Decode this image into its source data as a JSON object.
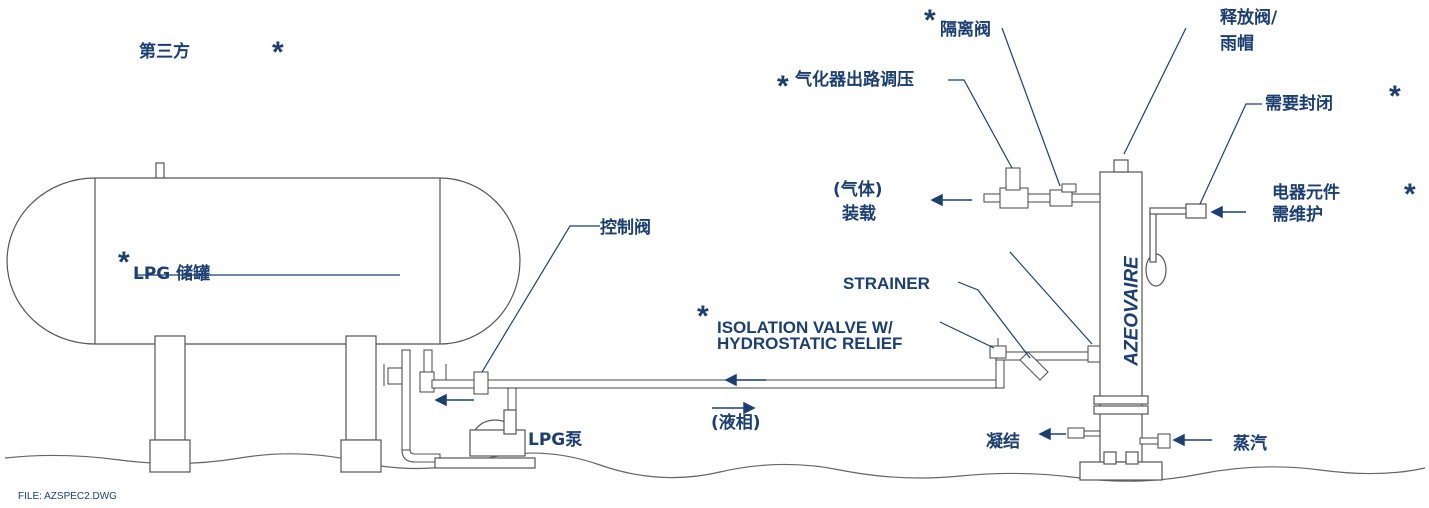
{
  "labels": {
    "third_party": "第三方",
    "tank": "LPG  储罐",
    "control_valve": "控制阀",
    "isolation_valve_cn": "隔离阀",
    "relief_valve_line1": "释放阀/",
    "relief_valve_line2": "雨帽",
    "vaporizer_regulator": "气化器出路调压",
    "needs_seal": "需要封闭",
    "gas_line1": "(气体)",
    "gas_line2": "装载",
    "electrical_line1": "电器元件",
    "electrical_line2": "需维护",
    "strainer": "STRAINER",
    "isolation_valve_en_line1": "ISOLATION VALVE W/",
    "isolation_valve_en_line2": "HYDROSTATIC RELIEF",
    "liquid_phase": "(液相)",
    "lpg_pump": "LPG泵",
    "condensate": "凝结",
    "steam": "蒸汽",
    "brand_vertical": "AZEOVAIRE",
    "file": "FILE: AZSPEC2.DWG",
    "star": "*"
  },
  "colors": {
    "label": "#1b3f73",
    "line": "#555555",
    "leader": "#1b3f73"
  }
}
